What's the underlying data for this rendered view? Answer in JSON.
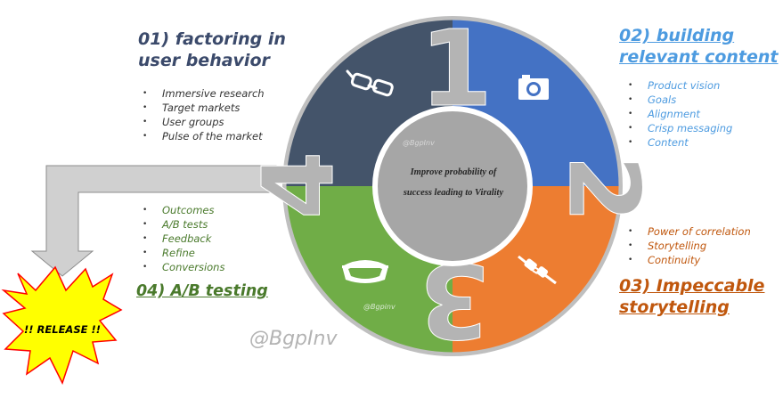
{
  "center": {
    "text_line1": "Improve probability of",
    "text_line2": "success leading to Virality",
    "watermark": "@BgpInv"
  },
  "quadrants": [
    {
      "number": "1",
      "title_line1": "01) factoring in",
      "title_line2": "user behavior",
      "color": "#44546a",
      "icon": "vr-glasses-icon",
      "items": [
        "Immersive research",
        "Target markets",
        "User groups",
        "Pulse of the market"
      ]
    },
    {
      "number": "2",
      "title_line1": "02) building",
      "title_line2": "relevant content",
      "color": "#4472c4",
      "icon": "camera-icon",
      "items": [
        "Product vision",
        "Goals",
        "Alignment",
        "Crisp messaging",
        "Content"
      ]
    },
    {
      "number": "3",
      "title_line1": "03) Impeccable",
      "title_line2": "storytelling",
      "color": "#ed7d31",
      "icon": "plug-icon",
      "icon_watermark": "@Bgpinv",
      "items": [
        "Power of correlation",
        "Storytelling",
        "Continuity"
      ]
    },
    {
      "number": "4",
      "title_line1": "04) A/B testing",
      "color": "#70ad47",
      "icon": "vr-headset-icon",
      "items": [
        "Outcomes",
        "A/B tests",
        "Feedback",
        "Refine",
        "Conversions"
      ]
    }
  ],
  "release": {
    "label": "!! RELEASE !!",
    "fill": "#ffff00",
    "outline": "#ff0000"
  },
  "watermark": "@BgpInv",
  "colors": {
    "ring": "#bfbfbf",
    "hub": "#a6a6a6",
    "arrow": "#d0d0d0",
    "numeral": "#b4b4b4"
  }
}
